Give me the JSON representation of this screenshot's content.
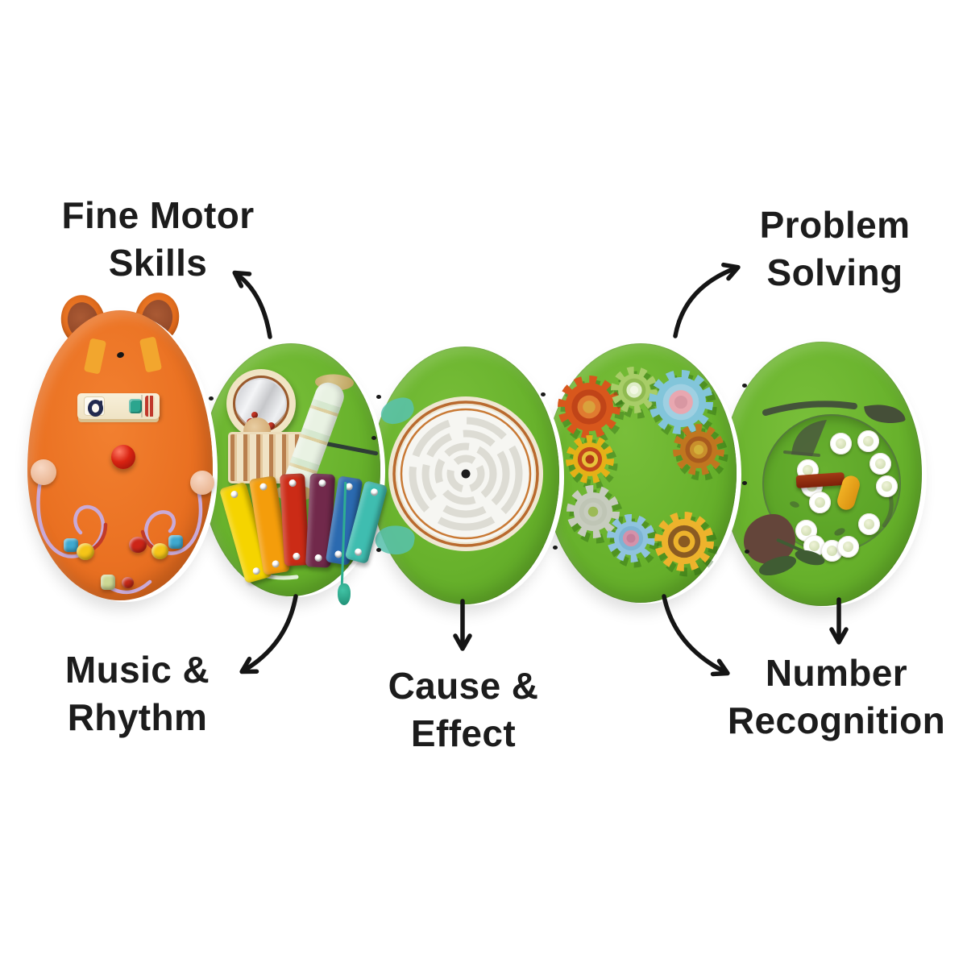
{
  "page": {
    "background_color": "#ffffff",
    "description": "Caterpillar activity wall panel — developmental skills diagram"
  },
  "annotation": {
    "text_color": "#1c1c1c",
    "arrow_color": "#151515"
  },
  "labels": {
    "fine_motor_skills": {
      "line1": "Fine Motor",
      "line2": "Skills"
    },
    "problem_solving": {
      "line1": "Problem",
      "line2": "Solving"
    },
    "music_rhythm": {
      "line1": "Music &",
      "line2": "Rhythm"
    },
    "cause_effect": {
      "line1": "Cause &",
      "line2": "Effect"
    },
    "number_recognition": {
      "line1": "Number",
      "line2": "Recognition"
    }
  },
  "panels": [
    {
      "id": "head",
      "name": "Caterpillar head with bead maze (fine motor skills)",
      "base_color": "#ea7122"
    },
    {
      "id": "music",
      "name": "Music & rhythm panel: drum window, washboard, rainstick, xylophone",
      "base_color": "#68b22c"
    },
    {
      "id": "maze",
      "name": "Cause & effect panel: circular marble maze",
      "base_color": "#67b12c"
    },
    {
      "id": "gears",
      "name": "Problem solving panel: flower gear train",
      "base_color": "#69b32d"
    },
    {
      "id": "numbers",
      "name": "Number recognition panel: number dial with pointer",
      "base_color": "#6ab42e"
    }
  ],
  "head_details": {
    "ear_inner_color": "#9e5430",
    "antenna_color": "#f2a62e",
    "bead_colors": [
      "#3fa9d0",
      "#f5c518",
      "#cc2518",
      "#f5c518",
      "#3fa9d0",
      "#ccd894",
      "#c62a18"
    ]
  },
  "music_details": {
    "xylophone_bar_colors": [
      "#f5d400",
      "#f49d0b",
      "#cb2b16",
      "#71294b",
      "#2b6ab0",
      "#3fbdb0"
    ],
    "drum_bead_color": "#c23323",
    "mallet_color": "#2fae92"
  },
  "maze_details": {
    "face_color": "#f6f6f2",
    "ring_color": "#b96a2e"
  },
  "gear_details": {
    "gear_colors": [
      {
        "body": "#d8571c",
        "mid": "#c04418",
        "inner": "#e07b30",
        "core": "#d9a23c"
      },
      {
        "body": "#a8cd68",
        "mid": "#8fba50",
        "inner": "#dfeec8",
        "core": "#f2f7e4"
      },
      {
        "body": "#82c5da",
        "mid": "#9fd0e2",
        "inner": "#e8a7b0",
        "core": "#d897a2"
      },
      {
        "body": "#c0761f",
        "mid": "#a85a1e",
        "inner": "#c98f2c",
        "core": "#d4b13a"
      },
      {
        "body": "#e5b117",
        "mid": "#c2481c",
        "inner": "#e8c23a",
        "core": "#b03a16"
      },
      {
        "body": "#c7ccbe",
        "mid": "#bfc5b5",
        "inner": "#c7ccbe",
        "core": "#9cba57"
      },
      {
        "body": "#8fc3df",
        "mid": "#7db4d4",
        "inner": "#d492aa",
        "core": "#c47e9a"
      },
      {
        "body": "#edb32c",
        "mid": "#8a5a22",
        "inner": "#edb32c",
        "core": "#8a5a22"
      }
    ]
  },
  "number_details": {
    "disc_count": 12,
    "disc_color": "#ffffff",
    "pointer_bar_color": "#8e2c10",
    "pointer_knob_color": "#eca41c"
  }
}
